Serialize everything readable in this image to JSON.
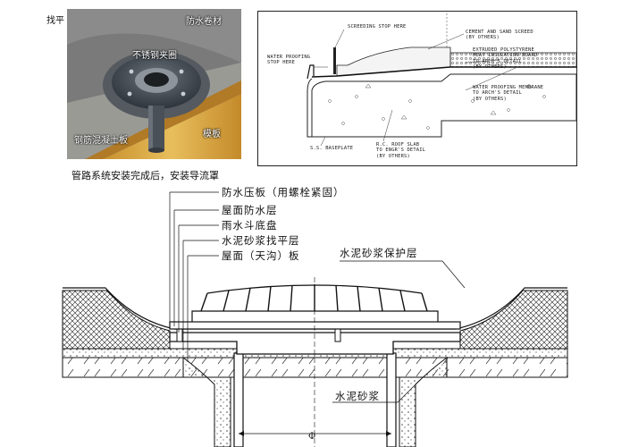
{
  "photo": {
    "label_left_top": "找平",
    "label_top_right": "防水卷材",
    "label_center": "不锈钢夹圈",
    "label_bottom_left": "钢筋混凝土板",
    "label_bottom_right": "模板"
  },
  "tech_drawing": {
    "label_screeding": "SCREEDING STOP HERE",
    "label_waterproofing_stop": [
      "WATER PROOFING",
      "STOP HERE"
    ],
    "label_cement_screed": [
      "CEMENT AND SAND SCREED",
      "(BY OTHERS)"
    ],
    "label_insulation": [
      "EXTRUDED POLYSTYRENE",
      "HEAT INSULATION BOARD",
      "TO ARCH'S DETAIL",
      "(BY OTHERS)"
    ],
    "label_membrane": [
      "WATER PROOFING MEMBRANE",
      "TO ARCH'S DETAIL",
      "(BY OTHERS)"
    ],
    "label_baseplate": "S.S. BASEPLATE",
    "label_roof_slab": [
      "R.C. ROOF SLAB",
      "TO ENGR'S DETAIL",
      "(BY OTHERS)"
    ]
  },
  "caption": "管路系统安装完成后，安装导流罩",
  "section": {
    "labels": [
      "防水压板（用螺栓紧固）",
      "屋面防水层",
      "雨水斗底盘",
      "水泥砂浆找平层",
      "屋面（天沟）板"
    ],
    "label_protect": "水泥砂浆保护层",
    "label_mortar": "水泥砂浆",
    "diameter_symbol": "Φ"
  },
  "colors": {
    "photo_bg": "#6f6f6f",
    "flange": "#3f4650",
    "wood": "#e0b04a",
    "concrete": "#a9a7a0"
  }
}
